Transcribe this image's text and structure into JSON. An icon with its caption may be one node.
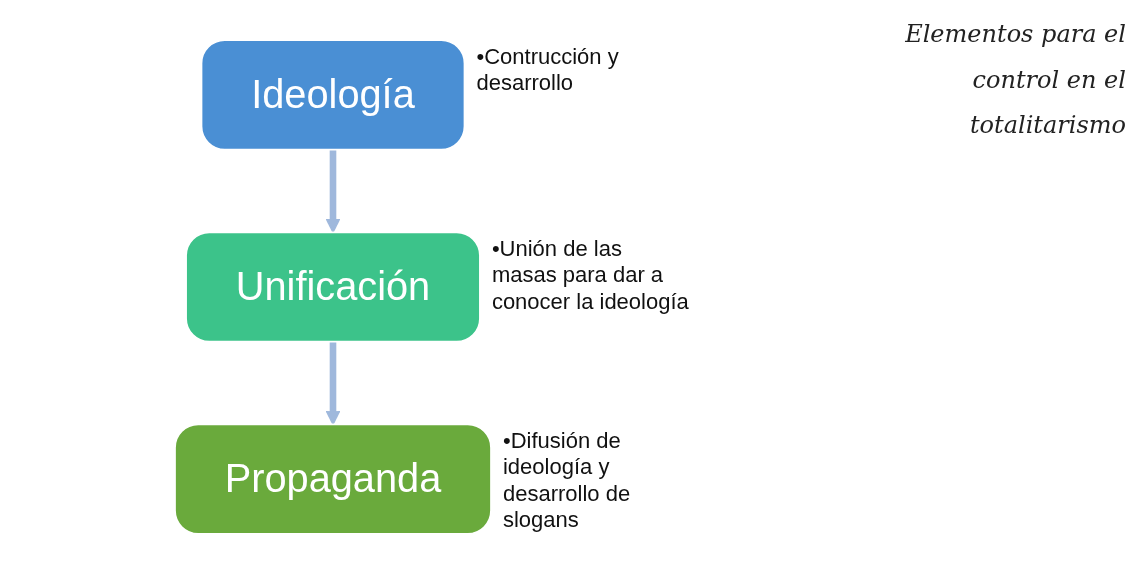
{
  "diagram": {
    "title": "Elementos para el control en el totalitarismo",
    "nodes": [
      {
        "text": [
          "Ideología"
        ],
        "beside": [
          "•Contrucción y desarrollo"
        ]
      },
      {
        "text": [
          "Unificación"
        ],
        "beside": [
          "•Unión de las masas para dar a conocer la ideología"
        ]
      },
      {
        "text": [
          "Propaganda"
        ],
        "beside": [
          "•Difusión de ideología y desarrollo de slogans"
        ]
      }
    ],
    "edges": [
      {
        "from": 0,
        "to": 1,
        "arrow": "to"
      },
      {
        "from": 1,
        "to": 2,
        "arrow": "to"
      }
    ]
  }
}
